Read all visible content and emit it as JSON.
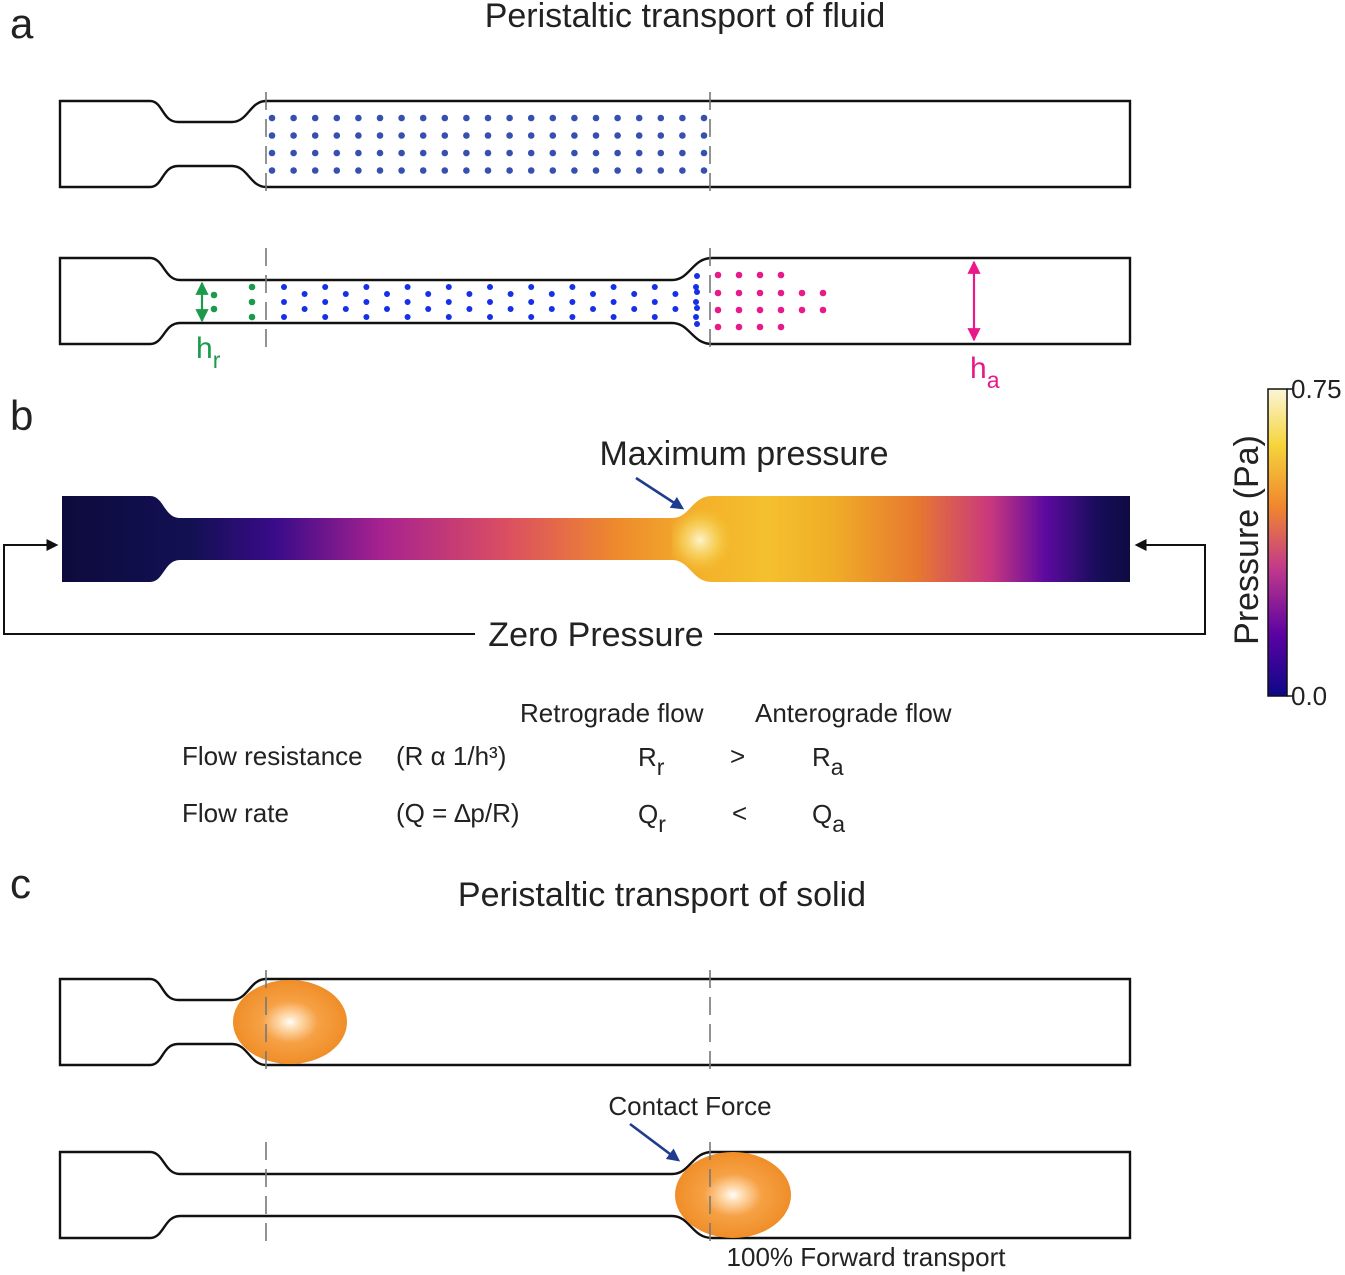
{
  "panels": {
    "a": {
      "letter": "a",
      "title": "Peristaltic transport of fluid",
      "label_hr_main": "h",
      "label_hr_sub": "r",
      "label_ha_main": "h",
      "label_ha_sub": "a"
    },
    "b": {
      "letter": "b",
      "max_label": "Maximum pressure",
      "zero_label": "Zero Pressure",
      "colorbar": {
        "label": "Pressure (Pa)",
        "max": "0.75",
        "min": "0.0",
        "colors": [
          "#0d0887",
          "#5b02a3",
          "#c33b89",
          "#f0882d",
          "#f6d53d",
          "#fbf5d8"
        ]
      }
    },
    "c": {
      "letter": "c",
      "title": "Peristaltic transport of solid",
      "contact_label": "Contact Force",
      "forward_label": "100% Forward transport"
    }
  },
  "flow_table": {
    "retro_header": "Retrograde flow",
    "antero_header": "Anterograde flow",
    "rows": [
      {
        "name": "Flow resistance",
        "formula": "(R α 1/h³)",
        "left_main": "R",
        "left_sub": "r",
        "op": ">",
        "right_main": "R",
        "right_sub": "a"
      },
      {
        "name": "Flow rate",
        "formula": "(Q = ∆p/R)",
        "left_main": "Q",
        "left_sub": "r",
        "op": "<",
        "right_main": "Q",
        "right_sub": "a"
      }
    ]
  },
  "colors": {
    "retrograde": "#1a9a4a",
    "anterograde": "#e8198b",
    "fluid_dots": "#3650b0",
    "fluid_dots_bright": "#1530e6",
    "arrow": "#1f3c8f",
    "particle": "#f0912a"
  }
}
